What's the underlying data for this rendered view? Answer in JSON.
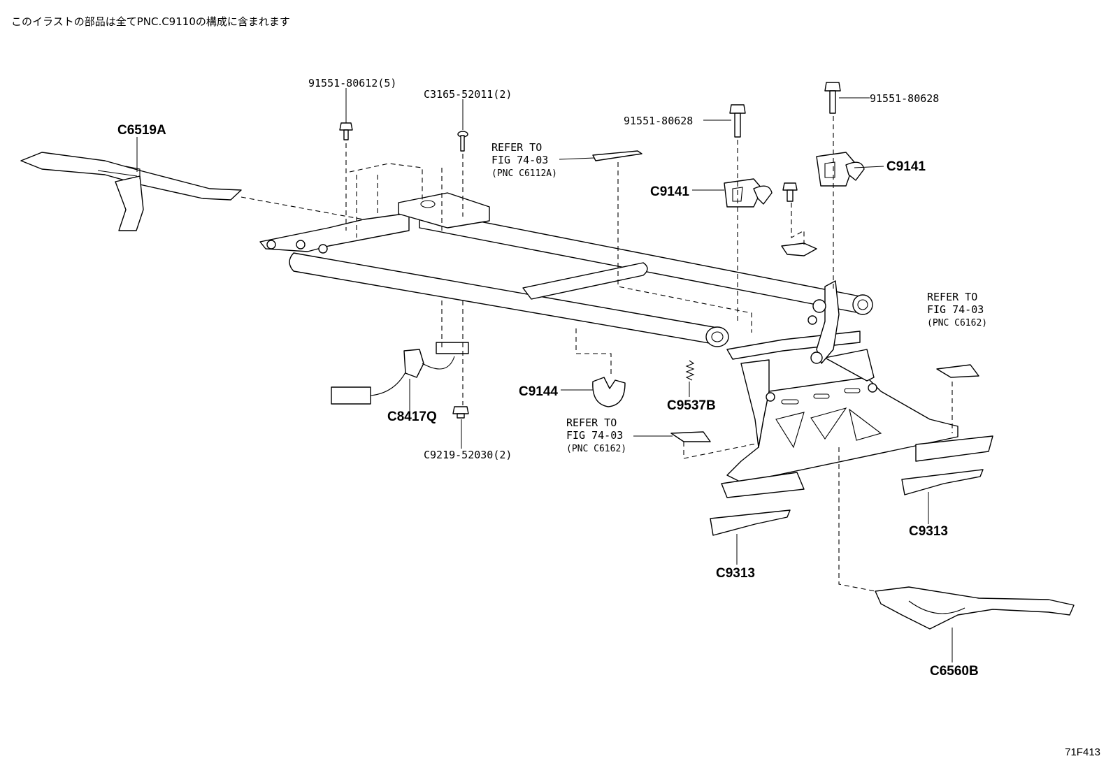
{
  "header_note": "このイラストの部品は全てPNC.C9110の構成に含まれます",
  "figure_code": "71F413",
  "labels": {
    "c6519a": "C6519A",
    "p91551_80612": "91551-80612(5)",
    "c3165_52011": "C3165-52011(2)",
    "p91551_80628_a": "91551-80628",
    "p91551_80628_b": "91551-80628",
    "c9141_a": "C9141",
    "c9141_b": "C9141",
    "c8417q": "C8417Q",
    "c9219_52030": "C9219-52030(2)",
    "c9144": "C9144",
    "c9537b": "C9537B",
    "c9313_a": "C9313",
    "c9313_b": "C9313",
    "c6560b": "C6560B"
  },
  "refs": {
    "ref1": {
      "line1": "REFER TO",
      "line2": "FIG 74-03",
      "line3": "(PNC C6112A)"
    },
    "ref2": {
      "line1": "REFER TO",
      "line2": "FIG 74-03",
      "line3": "(PNC C6162)"
    },
    "ref3": {
      "line1": "REFER TO",
      "line2": "FIG 74-03",
      "line3": "(PNC C6162)"
    }
  }
}
